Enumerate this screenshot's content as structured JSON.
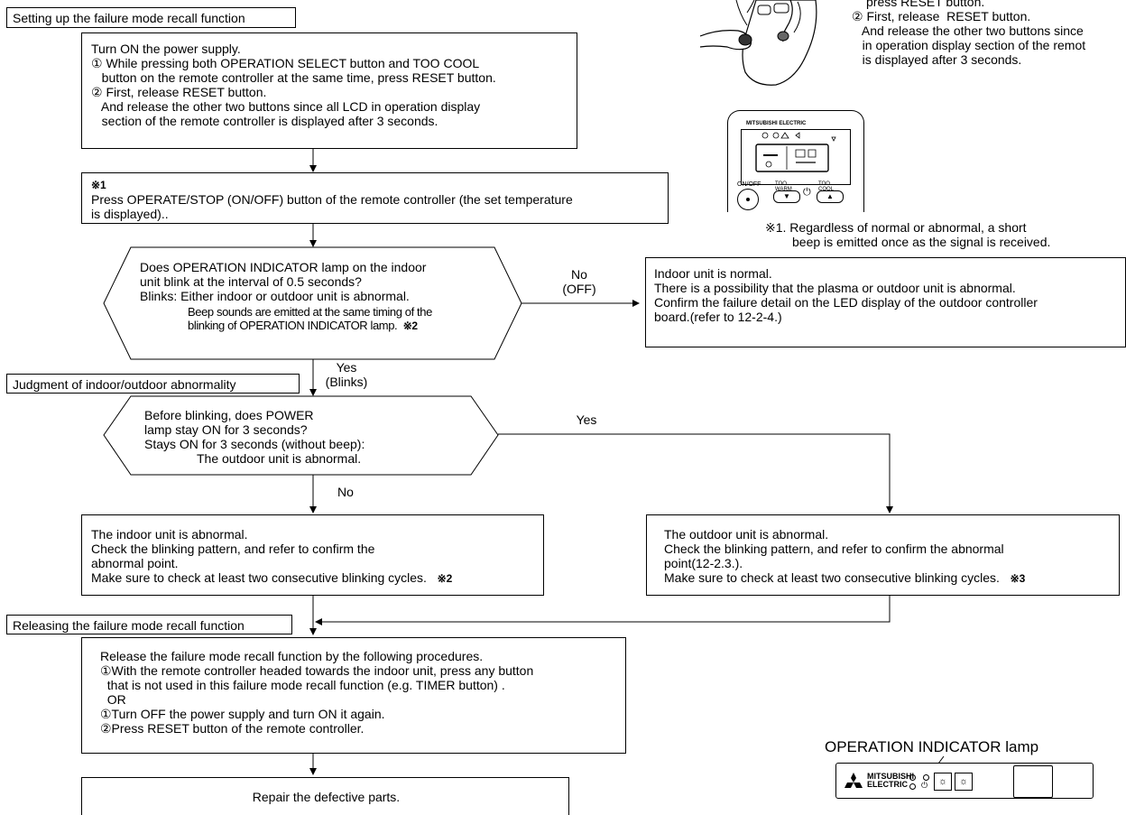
{
  "headers": {
    "setup": "Setting up the failure mode recall function",
    "judgment": "Judgment of indoor/outdoor abnormality",
    "releasing": "Releasing the failure mode recall function"
  },
  "steps": {
    "power_on": [
      "Turn ON the power supply.",
      "① While pressing both OPERATION SELECT  button and TOO COOL",
      "   button on the remote controller at the same time, press RESET button.",
      "② First, release RESET button.",
      "   And release the other two buttons since all LCD in operation display",
      "   section of the remote controller is displayed after 3 seconds."
    ],
    "press_operate": {
      "mark": "※1",
      "lines": [
        "Press OPERATE/STOP (ON/OFF) button of the remote controller (the set temperature",
        "is displayed).."
      ]
    },
    "decision1": {
      "lines": [
        "Does OPERATION INDICATOR lamp on the indoor",
        "unit blink at the interval of 0.5 seconds?",
        "Blinks: Either indoor or outdoor unit is abnormal."
      ],
      "small": [
        "Beep sounds are emitted at the same timing of the",
        "blinking of OPERATION INDICATOR lamp."
      ],
      "mark": "※2"
    },
    "normal": [
      "Indoor unit is normal.",
      "There is a possibility that the plasma or outdoor unit is abnormal.",
      "Confirm the failure detail on the LED display of the outdoor controller",
      "board.(refer to 12-2-4.)"
    ],
    "decision2": [
      "Before blinking, does POWER",
      "lamp stay ON for 3 seconds?",
      "Stays ON for 3 seconds (without beep):",
      "The outdoor unit is abnormal."
    ],
    "indoor_abnormal": {
      "lines": [
        "The indoor unit is abnormal.",
        "Check the blinking pattern, and refer to confirm the",
        "abnormal point.",
        "Make sure to check at least two consecutive blinking cycles."
      ],
      "mark": "※2"
    },
    "outdoor_abnormal": {
      "lines": [
        "The outdoor unit is abnormal.",
        "Check the blinking pattern, and refer to confirm the abnormal",
        "point(12-2.3.).",
        "Make sure to check at least two consecutive blinking cycles."
      ],
      "mark": "※3"
    },
    "release": [
      "Release the failure mode recall function by the following procedures.",
      "①With the remote controller headed towards the indoor unit, press any button",
      "  that is not used in this failure mode recall function (e.g. TIMER button) .",
      "  OR",
      "①Turn OFF the power supply and turn ON it again.",
      "②Press RESET button of the remote controller."
    ],
    "repair": "Repair the defective parts."
  },
  "labels": {
    "no1": "No",
    "no1_sub": "(OFF)",
    "yes1": "Yes",
    "yes1_sub": "(Blinks)",
    "yes2": "Yes",
    "no2": "No"
  },
  "side_notes": {
    "top_right": [
      "press  RESET button.",
      "② First, release  RESET button.",
      "   And release the other two buttons since",
      "   in operation display section of the remot",
      "   is displayed after 3 seconds."
    ],
    "footnote": [
      "※1. Regardless of normal or abnormal, a short",
      "beep is emitted once as the signal is received."
    ]
  },
  "remote": {
    "brand": "MITSUBISHI ELECTRIC",
    "onoff": "ON/OFF",
    "too_warm": "TOO WARM",
    "too_cool": "TOO COOL"
  },
  "indicator_panel": {
    "caption": "OPERATION INDICATOR lamp",
    "brand_line1": "MITSUBISHI",
    "brand_line2": "ELECTRIC"
  }
}
